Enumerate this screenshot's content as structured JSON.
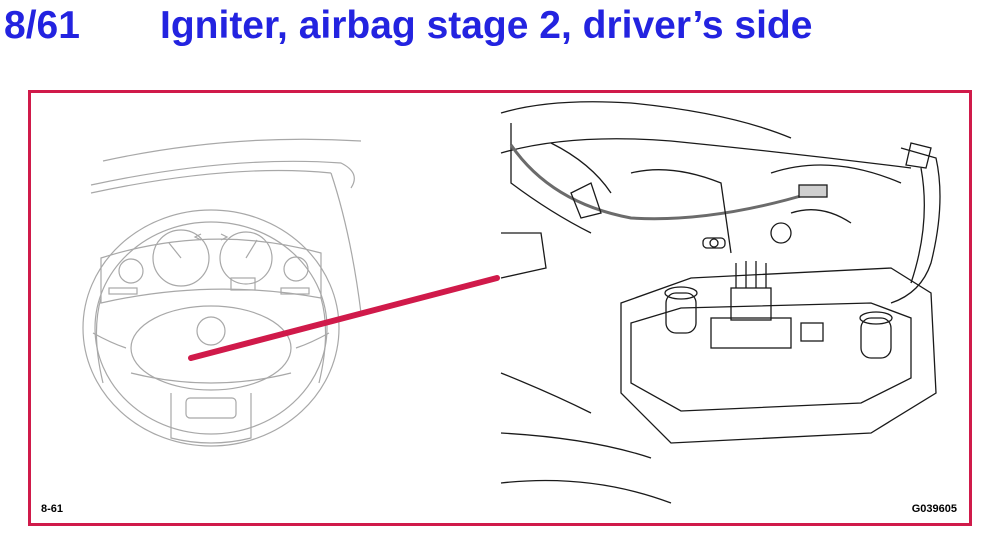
{
  "header": {
    "section_number": "8/61",
    "title": "Igniter, airbag stage 2, driver’s side"
  },
  "figure": {
    "label_left": "8-61",
    "label_right": "G039605"
  },
  "colors": {
    "title": "#2323e0",
    "frame_border": "#d01a4a",
    "pointer_line": "#d01a4a"
  },
  "icons": [
    "steering-wheel-illustration",
    "instrument-cluster-illustration",
    "airbag-igniter-connector-illustration"
  ]
}
